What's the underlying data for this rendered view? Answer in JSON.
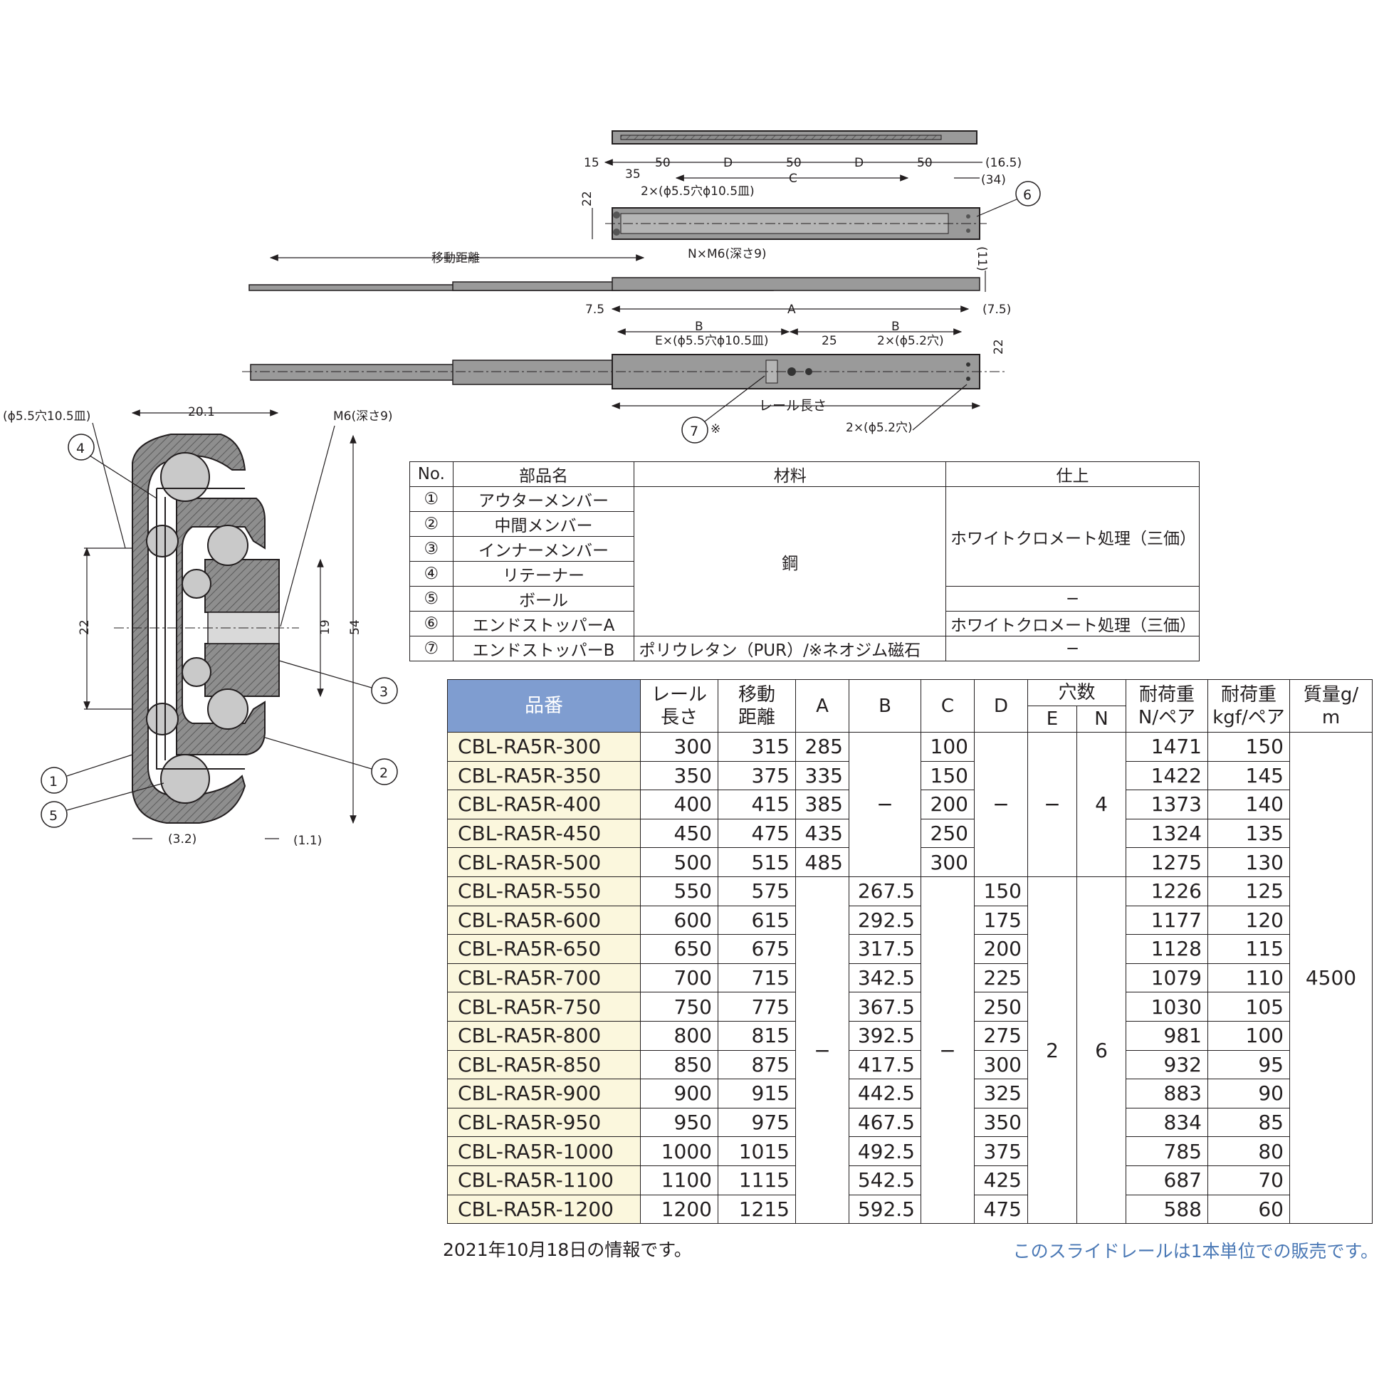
{
  "drawing": {
    "top_dims": [
      "15",
      "35",
      "50",
      "D",
      "50",
      "D",
      "50",
      "C",
      "(16.5)",
      "(34)",
      "22"
    ],
    "hole_note_top": "2×(ϕ5.5穴ϕ10.5皿)",
    "nm6_note": "N×M6(深さ9)",
    "travel_label": "移動距離",
    "dim_11": "(11)",
    "dims_mid": [
      "7.5",
      "A",
      "(7.5)",
      "B",
      "B",
      "25",
      "22"
    ],
    "hole_note_e": "E×(ϕ5.5穴ϕ10.5皿)",
    "hole_note_52a": "2×(ϕ5.2穴)",
    "rail_length_label": "レール長さ",
    "hole_note_52b": "2×(ϕ5.2穴)",
    "callout_asterisk": "※",
    "section_hole_note": "(ϕ5.5穴10.5皿)",
    "section_width": "20.1",
    "section_m6": "M6(深さ9)",
    "section_dims": [
      "22",
      "19",
      "54",
      "(3.2)",
      "(1.1)"
    ],
    "callouts": [
      "1",
      "2",
      "3",
      "4",
      "5",
      "6",
      "7"
    ]
  },
  "parts_table": {
    "headers": [
      "No.",
      "部品名",
      "材料",
      "仕上"
    ],
    "rows": [
      {
        "no": "①",
        "name": "アウターメンバー"
      },
      {
        "no": "②",
        "name": "中間メンバー"
      },
      {
        "no": "③",
        "name": "インナーメンバー"
      },
      {
        "no": "④",
        "name": "リテーナー"
      },
      {
        "no": "⑤",
        "name": "ボール"
      },
      {
        "no": "⑥",
        "name": "エンドストッパーA"
      },
      {
        "no": "⑦",
        "name": "エンドストッパーB"
      }
    ],
    "material_steel": "鋼",
    "material_b": "ポリウレタン（PUR）/※ネオジム磁石",
    "finish_main": "ホワイトクロメート処理（三価）",
    "finish_ball": "−",
    "finish_a": "ホワイトクロメート処理（三価）",
    "finish_b": "−"
  },
  "spec_table": {
    "headers": {
      "part_no": "品番",
      "rail_length_1": "レール",
      "rail_length_2": "長さ",
      "travel_1": "移動",
      "travel_2": "距離",
      "a": "A",
      "b": "B",
      "c": "C",
      "d": "D",
      "holes": "穴数",
      "e": "E",
      "n": "N",
      "load_n_1": "耐荷重",
      "load_n_2": "N/ペア",
      "load_kgf_1": "耐荷重",
      "load_kgf_2": "kgf/ペア",
      "mass_1": "質量g/",
      "mass_2": "m"
    },
    "rows": [
      {
        "pn": "CBL-RA5R-300",
        "len": "300",
        "travel": "315",
        "a": "285",
        "c": "100",
        "ln": "1471",
        "lk": "150"
      },
      {
        "pn": "CBL-RA5R-350",
        "len": "350",
        "travel": "375",
        "a": "335",
        "c": "150",
        "ln": "1422",
        "lk": "145"
      },
      {
        "pn": "CBL-RA5R-400",
        "len": "400",
        "travel": "415",
        "a": "385",
        "c": "200",
        "ln": "1373",
        "lk": "140"
      },
      {
        "pn": "CBL-RA5R-450",
        "len": "450",
        "travel": "475",
        "a": "435",
        "c": "250",
        "ln": "1324",
        "lk": "135"
      },
      {
        "pn": "CBL-RA5R-500",
        "len": "500",
        "travel": "515",
        "a": "485",
        "c": "300",
        "ln": "1275",
        "lk": "130"
      },
      {
        "pn": "CBL-RA5R-550",
        "len": "550",
        "travel": "575",
        "b": "267.5",
        "d": "150",
        "ln": "1226",
        "lk": "125"
      },
      {
        "pn": "CBL-RA5R-600",
        "len": "600",
        "travel": "615",
        "b": "292.5",
        "d": "175",
        "ln": "1177",
        "lk": "120"
      },
      {
        "pn": "CBL-RA5R-650",
        "len": "650",
        "travel": "675",
        "b": "317.5",
        "d": "200",
        "ln": "1128",
        "lk": "115"
      },
      {
        "pn": "CBL-RA5R-700",
        "len": "700",
        "travel": "715",
        "b": "342.5",
        "d": "225",
        "ln": "1079",
        "lk": "110"
      },
      {
        "pn": "CBL-RA5R-750",
        "len": "750",
        "travel": "775",
        "b": "367.5",
        "d": "250",
        "ln": "1030",
        "lk": "105"
      },
      {
        "pn": "CBL-RA5R-800",
        "len": "800",
        "travel": "815",
        "b": "392.5",
        "d": "275",
        "ln": "981",
        "lk": "100"
      },
      {
        "pn": "CBL-RA5R-850",
        "len": "850",
        "travel": "875",
        "b": "417.5",
        "d": "300",
        "ln": "932",
        "lk": "95"
      },
      {
        "pn": "CBL-RA5R-900",
        "len": "900",
        "travel": "915",
        "b": "442.5",
        "d": "325",
        "ln": "883",
        "lk": "90"
      },
      {
        "pn": "CBL-RA5R-950",
        "len": "950",
        "travel": "975",
        "b": "467.5",
        "d": "350",
        "ln": "834",
        "lk": "85"
      },
      {
        "pn": "CBL-RA5R-1000",
        "len": "1000",
        "travel": "1015",
        "b": "492.5",
        "d": "375",
        "ln": "785",
        "lk": "80"
      },
      {
        "pn": "CBL-RA5R-1100",
        "len": "1100",
        "travel": "1115",
        "b": "542.5",
        "d": "425",
        "ln": "687",
        "lk": "70"
      },
      {
        "pn": "CBL-RA5R-1200",
        "len": "1200",
        "travel": "1215",
        "b": "592.5",
        "d": "475",
        "ln": "588",
        "lk": "60"
      }
    ],
    "group1": {
      "b": "−",
      "d": "−",
      "e": "−",
      "n": "4"
    },
    "group2": {
      "a": "−",
      "c": "−",
      "e": "2",
      "n": "6"
    },
    "mass": "4500"
  },
  "footer": {
    "date_note": "2021年10月18日の情報です。",
    "unit_note": "このスライドレールは1本単位での販売です。"
  },
  "colors": {
    "header_blue": "#7f9dd0",
    "part_no_fill": "#fbf7dd",
    "note_blue": "#4a78b5",
    "steel_gray": "#8e8e8e"
  }
}
